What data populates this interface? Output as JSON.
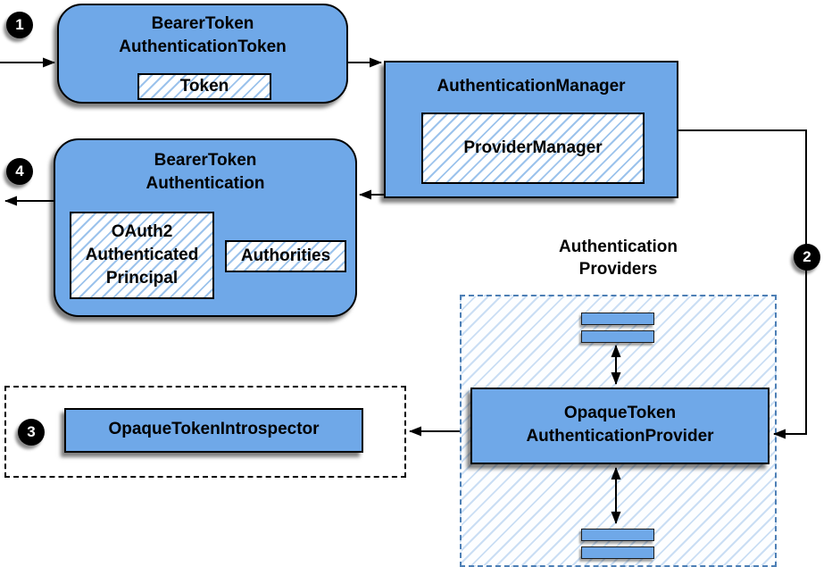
{
  "badges": {
    "step1": "1",
    "step2": "2",
    "step3": "3",
    "step4": "4"
  },
  "bearer_token_authentication_token": {
    "title_line1": "BearerToken",
    "title_line2": "AuthenticationToken",
    "token": "Token"
  },
  "authentication_manager": {
    "title": "AuthenticationManager",
    "provider_manager": "ProviderManager"
  },
  "bearer_token_authentication": {
    "title_line1": "BearerToken",
    "title_line2": "Authentication",
    "principal_line1": "OAuth2",
    "principal_line2": "Authenticated",
    "principal_line3": "Principal",
    "authorities": "Authorities"
  },
  "introspector": {
    "label": "OpaqueTokenIntrospector"
  },
  "providers": {
    "heading_line1": "Authentication",
    "heading_line2": "Providers",
    "provider_line1": "OpaqueToken",
    "provider_line2": "AuthenticationProvider"
  },
  "colors": {
    "node_blue": "#6fa8e8",
    "hatch_stripe": "#9cc3ec",
    "arrow": "#000000"
  }
}
